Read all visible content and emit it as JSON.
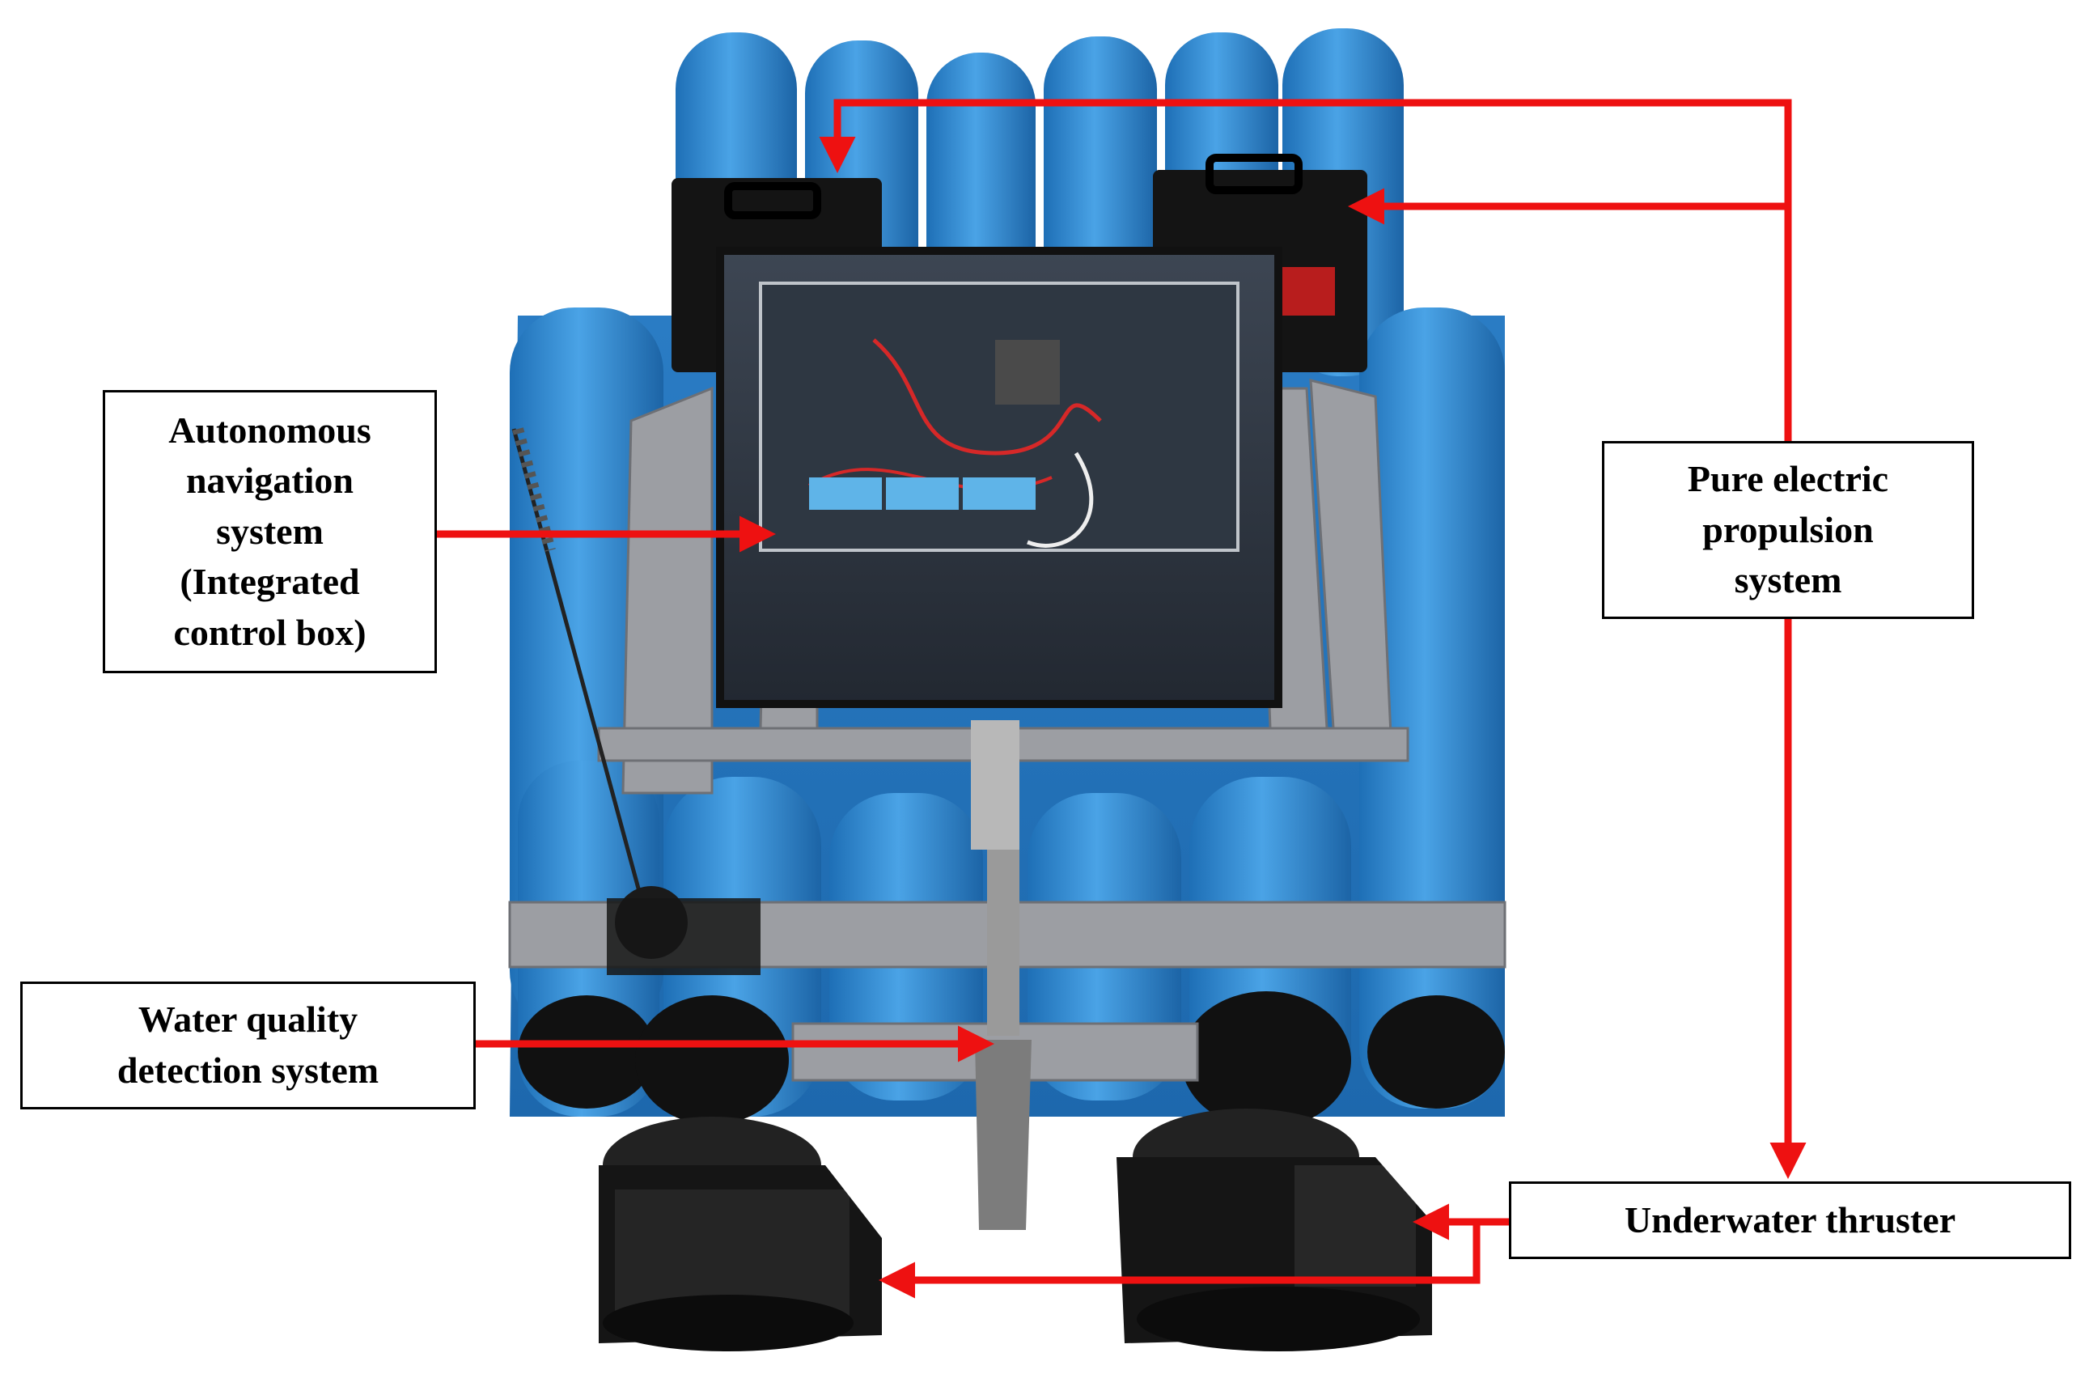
{
  "figure": {
    "labels": {
      "navigation": [
        "Autonomous",
        "navigation",
        "system",
        "(Integrated",
        "control box)"
      ],
      "water_quality": [
        "Water quality",
        "detection system"
      ],
      "propulsion": [
        "Pure electric",
        "propulsion",
        "system"
      ],
      "thruster": [
        "Underwater thruster"
      ]
    },
    "colors": {
      "arrow": "#ee1111",
      "hull_pipe": "#2f86cf",
      "hull_pipe_light": "#4aa3e6",
      "frame": "#9c9ea3",
      "battery": "#141414",
      "thruster": "#151515"
    }
  }
}
